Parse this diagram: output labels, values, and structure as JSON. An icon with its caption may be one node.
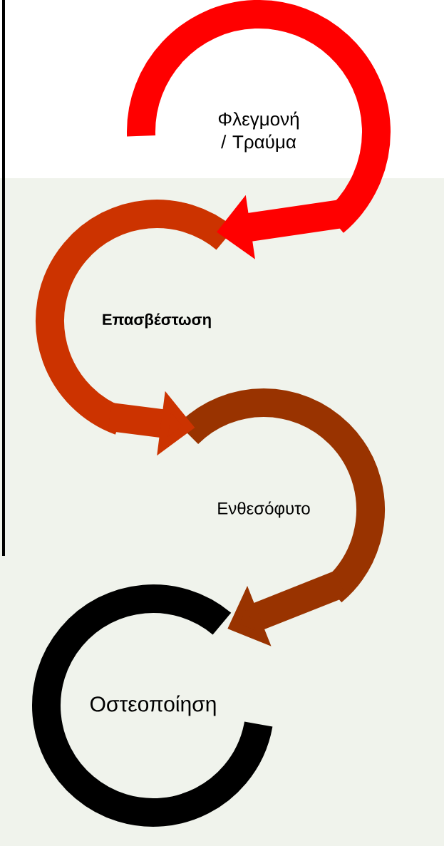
{
  "diagram": {
    "nodes": [
      {
        "text": [
          "Φλεγμονή / Τραύμα"
        ]
      },
      {
        "text": [
          "Επασβέστωση"
        ]
      },
      {
        "text": [
          "Ενθεσόφυτο"
        ]
      },
      {
        "text": [
          "Οστεοποίηση"
        ]
      }
    ],
    "edges": [
      {
        "from": 0,
        "to": 1,
        "arrow": "to",
        "color": "#ff0000"
      },
      {
        "from": 1,
        "to": 2,
        "arrow": "to",
        "color": "#cc3300"
      },
      {
        "from": 2,
        "to": 3,
        "arrow": "to",
        "color": "#993300"
      }
    ]
  }
}
